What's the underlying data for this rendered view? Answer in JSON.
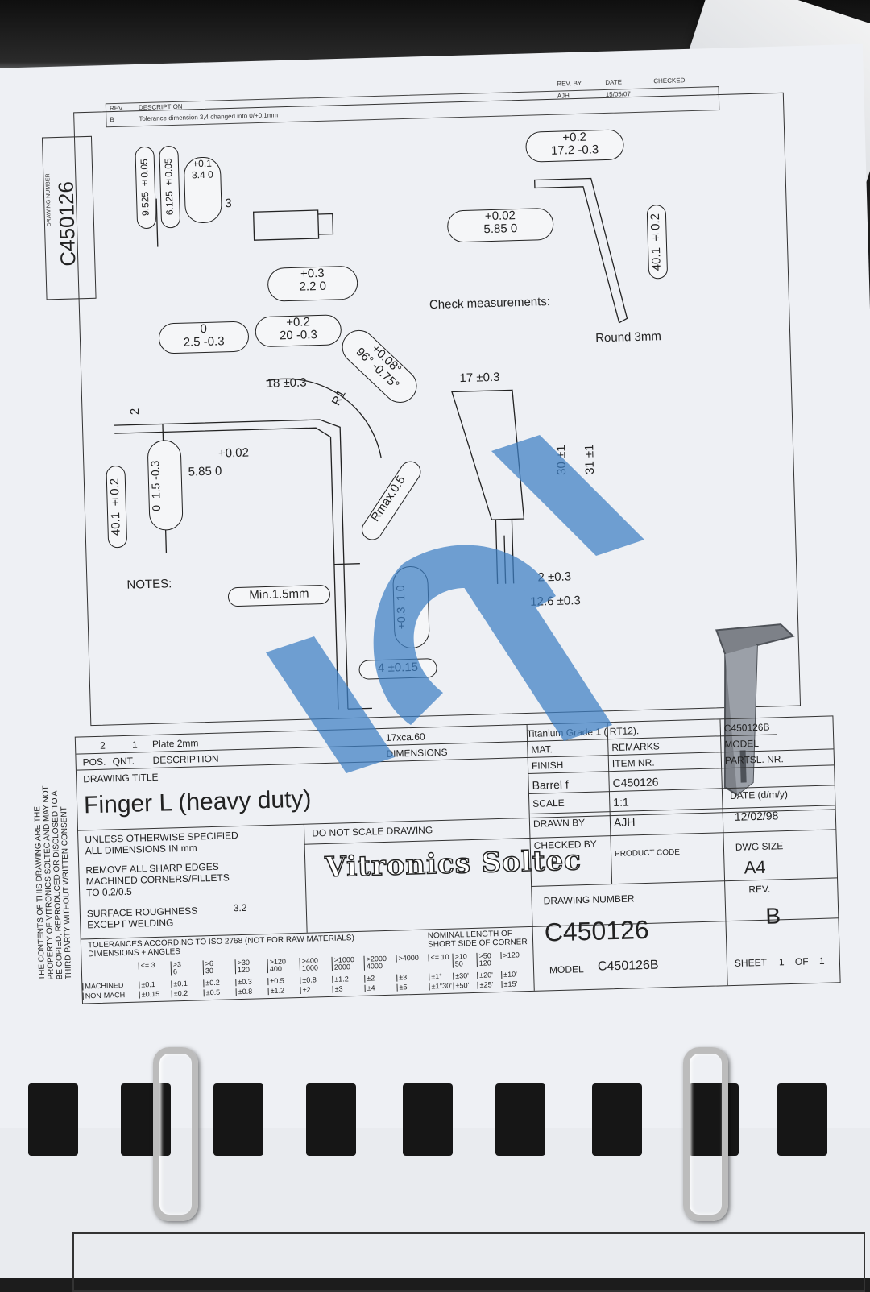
{
  "revision_table": {
    "rev_header": "REV.",
    "desc_header": "DESCRIPTION",
    "rev": "B",
    "description": "Tolerance dimension 3,4 changed into 0/+0,1mm",
    "rev_by_header": "REV. BY",
    "date_header": "DATE",
    "checked_header": "CHECKED",
    "rev_by": "AJH",
    "date": "15/05/07"
  },
  "drawing_number_vertical_label": "DRAWING NUMBER",
  "drawing_number_vertical": "C450126",
  "dimensions": {
    "d1": "9.525 ±0.05",
    "d2": "6.125 ±0.05",
    "d3_top": "+0.1",
    "d3_main": "3.4  0",
    "d4": "3",
    "d5_top": "+0.3",
    "d5_main": "2.2  0",
    "d6_top": "0",
    "d6_main": "2.5 -0.3",
    "d7_top": "+0.2",
    "d7_main": "20 -0.3",
    "d8_top": "+0.08°",
    "d8_main": "96° -0.75°",
    "d9": "18 ±0.3",
    "d10": "R1",
    "d11": "2",
    "d12_top": "0",
    "d12_main": "1.5 -0.3",
    "d13_top": "+0.02",
    "d13_main": "5.85  0",
    "d14": "40.1 ±0.2",
    "d15": "Rmax.0.5",
    "d16": "Min.1.5mm",
    "d17_top": "+0.3",
    "d17_main": "1  0",
    "d18": "4 ±0.15",
    "d19": "17 ±0.3",
    "d20": "30 ±1",
    "d21": "31 ±1",
    "d22": "2 ±0.3",
    "d23": "12.6 ±0.3",
    "d24_top": "+0.2",
    "d24_main": "17.2 -0.3",
    "d25_top": "+0.02",
    "d25_main": "5.85  0",
    "d26": "40.1 ±0.2"
  },
  "notes": {
    "check_measurements": "Check measurements:",
    "round": "Round 3mm",
    "notes_label": "NOTES:"
  },
  "title_block": {
    "pos_value": "2",
    "qnt_value": "1",
    "desc_value": "Plate 2mm",
    "dims_value": "17xca.60",
    "material_value": "Titanium Grade 1 ( RT12).",
    "model_value": "C450126B",
    "pos": "POS.",
    "qnt": "QNT.",
    "description": "DESCRIPTION",
    "dimensions": "DIMENSIONS",
    "mat": "MAT.",
    "remarks": "REMARKS",
    "model": "MODEL",
    "drawing_title_label": "DRAWING TITLE",
    "drawing_title": "Finger L (heavy duty)",
    "finish": "FINISH",
    "item_nr": "ITEM NR.",
    "parts_nr": "PARTSL. NR.",
    "finish_value": "Barrel f",
    "item_nr_value": "C450126",
    "scale": "SCALE",
    "scale_value": "1:1",
    "date_label": "DATE (d/m/y)",
    "drawn_by": "DRAWN BY",
    "drawn_by_value": "AJH",
    "date_value": "12/02/98",
    "checked_by": "CHECKED BY",
    "product_code": "PRODUCT CODE",
    "dwg_size": "DWG SIZE",
    "dwg_size_value": "A4",
    "rev_label": "REV.",
    "rev_value": "B",
    "drawing_number_label": "DRAWING NUMBER",
    "drawing_number": "C450126",
    "model_label": "MODEL",
    "model_number": "C450126B",
    "sheet": "SHEET",
    "sheet_num": "1",
    "of": "OF",
    "sheet_total": "1",
    "unless": "UNLESS OTHERWISE SPECIFIED",
    "all_dims": "ALL DIMENSIONS IN mm",
    "do_not_scale": "DO NOT SCALE DRAWING",
    "remove_edges": "REMOVE ALL SHARP EDGES",
    "machined_corners": "MACHINED CORNERS/FILLETS",
    "to": "TO 0.2/0.5",
    "surface": "SURFACE ROUGHNESS",
    "except": "EXCEPT WELDING",
    "roughness_value": "3.2",
    "company": "Vitronics Soltec",
    "tolerances": "TOLERANCES ACCORDING TO ISO 2768 (NOT FOR RAW MATERIALS)",
    "dims_angles": "DIMENSIONS + ANGLES",
    "nominal": "NOMINAL LENGTH OF",
    "short_side": "SHORT SIDE OF CORNER",
    "side_note": [
      "THE CONTENTS OF THIS DRAWING ARE THE",
      "PROPERTY OF VITRONICS SOLTEC AND MAY NOT",
      "BE COPIED, REPRODUCED OR DISCLOSED TO A",
      "THIRD PARTY WITHOUT WRITTEN CONSENT"
    ]
  },
  "tolerance_table": {
    "row_labels": [
      "MACHINED",
      "NON-MACH"
    ],
    "columns": [
      "<= 3",
      ">3\n6",
      ">6\n30",
      ">30\n120",
      ">120\n400",
      ">400\n1000",
      ">1000\n2000",
      ">2000\n4000",
      ">4000"
    ],
    "machined": [
      "±0.1",
      "±0.1",
      "±0.2",
      "±0.3",
      "±0.5",
      "±0.8",
      "±1.2",
      "±2",
      "±3"
    ],
    "non_mach": [
      "±0.15",
      "±0.2",
      "±0.5",
      "±0.8",
      "±1.2",
      "±2",
      "±3",
      "±4",
      "±5"
    ],
    "angle_columns": [
      "<= 10",
      ">10\n50",
      ">50\n120",
      ">120"
    ],
    "angle_machined": [
      "±1°",
      "±30'",
      "±20'",
      "±10'"
    ],
    "angle_non_mach": [
      "±1°30'",
      "±50'",
      "±25'",
      "±15'"
    ]
  },
  "colors": {
    "watermark": "#3d7fc4",
    "ink": "#222222",
    "paper": "#eef0f4"
  }
}
